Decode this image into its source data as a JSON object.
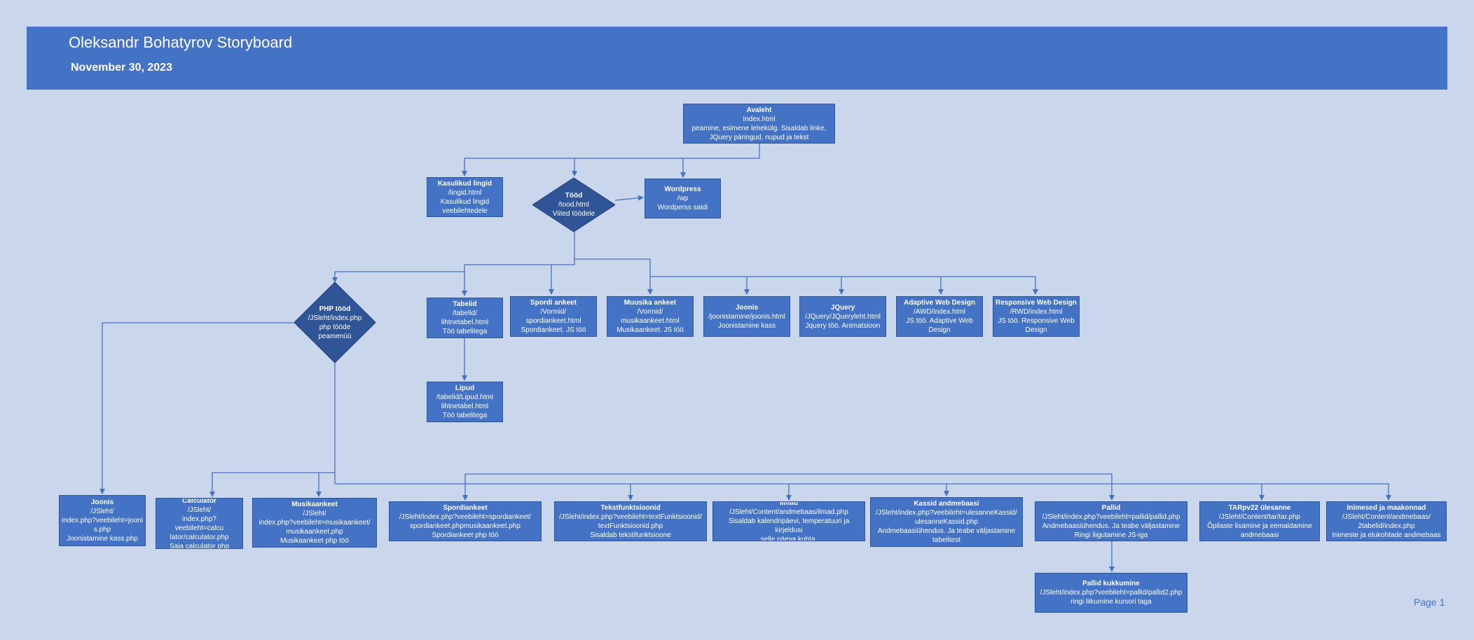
{
  "header": {
    "title": "Oleksandr Bohatyrov Storyboard",
    "date": "November 30, 2023"
  },
  "page_label": "Page 1",
  "colors": {
    "background": "#c9d6ec",
    "box_fill": "#4472c4",
    "diamond_fill": "#2f5597",
    "connector": "#4472c4"
  },
  "nodes": {
    "avaleht": {
      "title": "Avaleht",
      "lines": [
        "Index.html",
        "peamine, esimene lehekülg. Sisaldab linke,",
        "JQuery päringud, nupud ja tekst"
      ]
    },
    "lingid": {
      "title": "Kasulikud lingid",
      "lines": [
        "/lingid.html",
        "Kasulikud lingid",
        "veebilehtedele"
      ]
    },
    "tood": {
      "title": "Tööd",
      "lines": [
        "/tood.html",
        "Viited töödele"
      ]
    },
    "wordpress": {
      "title": "Wordpress",
      "lines": [
        "/wp",
        "Wordperss saidi"
      ]
    },
    "php_tood": {
      "title": "PHP tööd",
      "lines": [
        "/JSleht/index.php",
        "php tööde",
        "peamenüü"
      ]
    },
    "tabelid": {
      "title": "Tabelid",
      "lines": [
        "/tabelid/",
        "lihtnetabel.html",
        "Töö tabelitega"
      ]
    },
    "lipud": {
      "title": "Lipud",
      "lines": [
        "/tabelid/Lipud.html",
        "lihtnetabel.html",
        "Töö tabelitega"
      ]
    },
    "spordi_ankeet": {
      "title": "Spordi ankeet",
      "lines": [
        "/Vormid/",
        "spordiankeet.html",
        "Spordiankeet. JS töö"
      ]
    },
    "muusika_ankeet": {
      "title": "Muusika ankeet",
      "lines": [
        "/Vormid/",
        "musikaankeet.html",
        "Musikaankeet. JS töö"
      ]
    },
    "joonis_top": {
      "title": "Joonis",
      "lines": [
        "/joonistamine/joonis.html",
        "Joonistamine kass"
      ]
    },
    "jquery": {
      "title": "JQuery",
      "lines": [
        "/JQuery/JQueryleht.html",
        "Jquery töö. Animatsioon"
      ]
    },
    "awd": {
      "title": "Adaptive Web Design",
      "lines": [
        "/AWD/index.html",
        "JS töö. Adaptive Web",
        "Design"
      ]
    },
    "rwd": {
      "title": "Responsive Web Design",
      "lines": [
        "/RWD/index.html",
        "JS töö. Responsive Web",
        "Design"
      ]
    },
    "joonis_php": {
      "title": "Joonis",
      "lines": [
        "/JSleht/",
        "index.php?veebileht=jooni",
        "s.php",
        "Joonistamine kass.php"
      ]
    },
    "calculator": {
      "title": "Calculator",
      "lines": [
        "/JSleht/",
        "index.php?veebileht=calcu",
        "lator/calculator.php",
        "Saia calculator php"
      ]
    },
    "musikaankeet": {
      "title": "Musikaankeet",
      "lines": [
        "/JSleht/",
        "index.php?veebileht=musikaankeet/",
        "musikaankeet.php",
        "Musikaankeet php töö"
      ]
    },
    "spordiankeet": {
      "title": "Spordiankeet",
      "lines": [
        "/JSleht/index.php?veebileht=spordiankeet/",
        "spordiankeet.phpmusikaankeet.php",
        "Spordiankeet php töö"
      ]
    },
    "tekstfunktsioonid": {
      "title": "Tekstfunktsioonid",
      "lines": [
        "/JSleht/index.php?veebileht=textFunktsioonid/",
        "textFunktsioonid.php",
        "Sisaldab tekstifunktsioone"
      ]
    },
    "ilmad": {
      "title": "Ilmad",
      "lines": [
        "/JSleht/Content/andmebaas/ilmad.php",
        "Sisaldab kalendripäevi, temperatuuri ja kirjeldusi",
        "selle päeva kohta."
      ]
    },
    "kassid": {
      "title": "Kassid andmebaasi",
      "lines": [
        "/JSleht/index.php?veebileht=ulesanneKassid/",
        "ulesanneKassid.php",
        "Andmebaasiühendus. Ja teabe väljastamine",
        "tabelitest"
      ]
    },
    "pallid": {
      "title": "Pallid",
      "lines": [
        "/JSleht/index.php?veebileht=pallid/pallid.php",
        "Andmebaasiühendus. Ja teabe väljastamine",
        "Ringi liigutamine JS-iga"
      ]
    },
    "pallid_kukkumine": {
      "title": "Pallid kukkumine",
      "lines": [
        "/JSleht/index.php?veebileht=pallid/pallid2.php",
        "ringi liikumine kursori taga"
      ]
    },
    "tarpv22": {
      "title": "TARpv22 ülesanne",
      "lines": [
        "/JSleht/Content/tar/tar.php",
        "Õpilaste lisamine ja eemaldamine",
        "andmebaasi"
      ]
    },
    "inimesed": {
      "title": "Inimesed ja maakonnad",
      "lines": [
        "/JSleht/Content/andmebaas/",
        "2tabelid/index.php",
        "Inimeste ja elukohtade andmebaas"
      ]
    }
  }
}
